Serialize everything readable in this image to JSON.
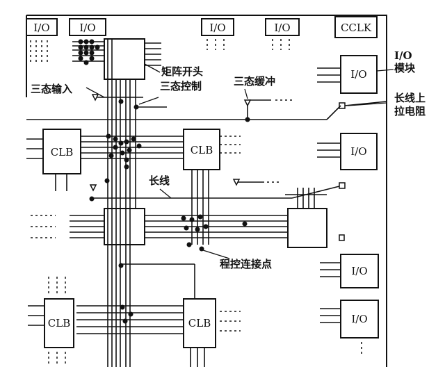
{
  "labels": {
    "io": "I/O",
    "cclk": "CCLK",
    "clb": "CLB"
  },
  "annotations": {
    "matrix_switch_line1": "矩阵开头",
    "matrix_switch_line2": "三态控制",
    "tristate_input": "三态输入",
    "tristate_buffer": "三态缓冲",
    "io_module_line1": "I/O",
    "io_module_line2": "模块",
    "long_line_pullup_line1": "长线上",
    "long_line_pullup_line2": "拉电阻",
    "long_line": "长线",
    "programmable_point": "程控连接点"
  }
}
